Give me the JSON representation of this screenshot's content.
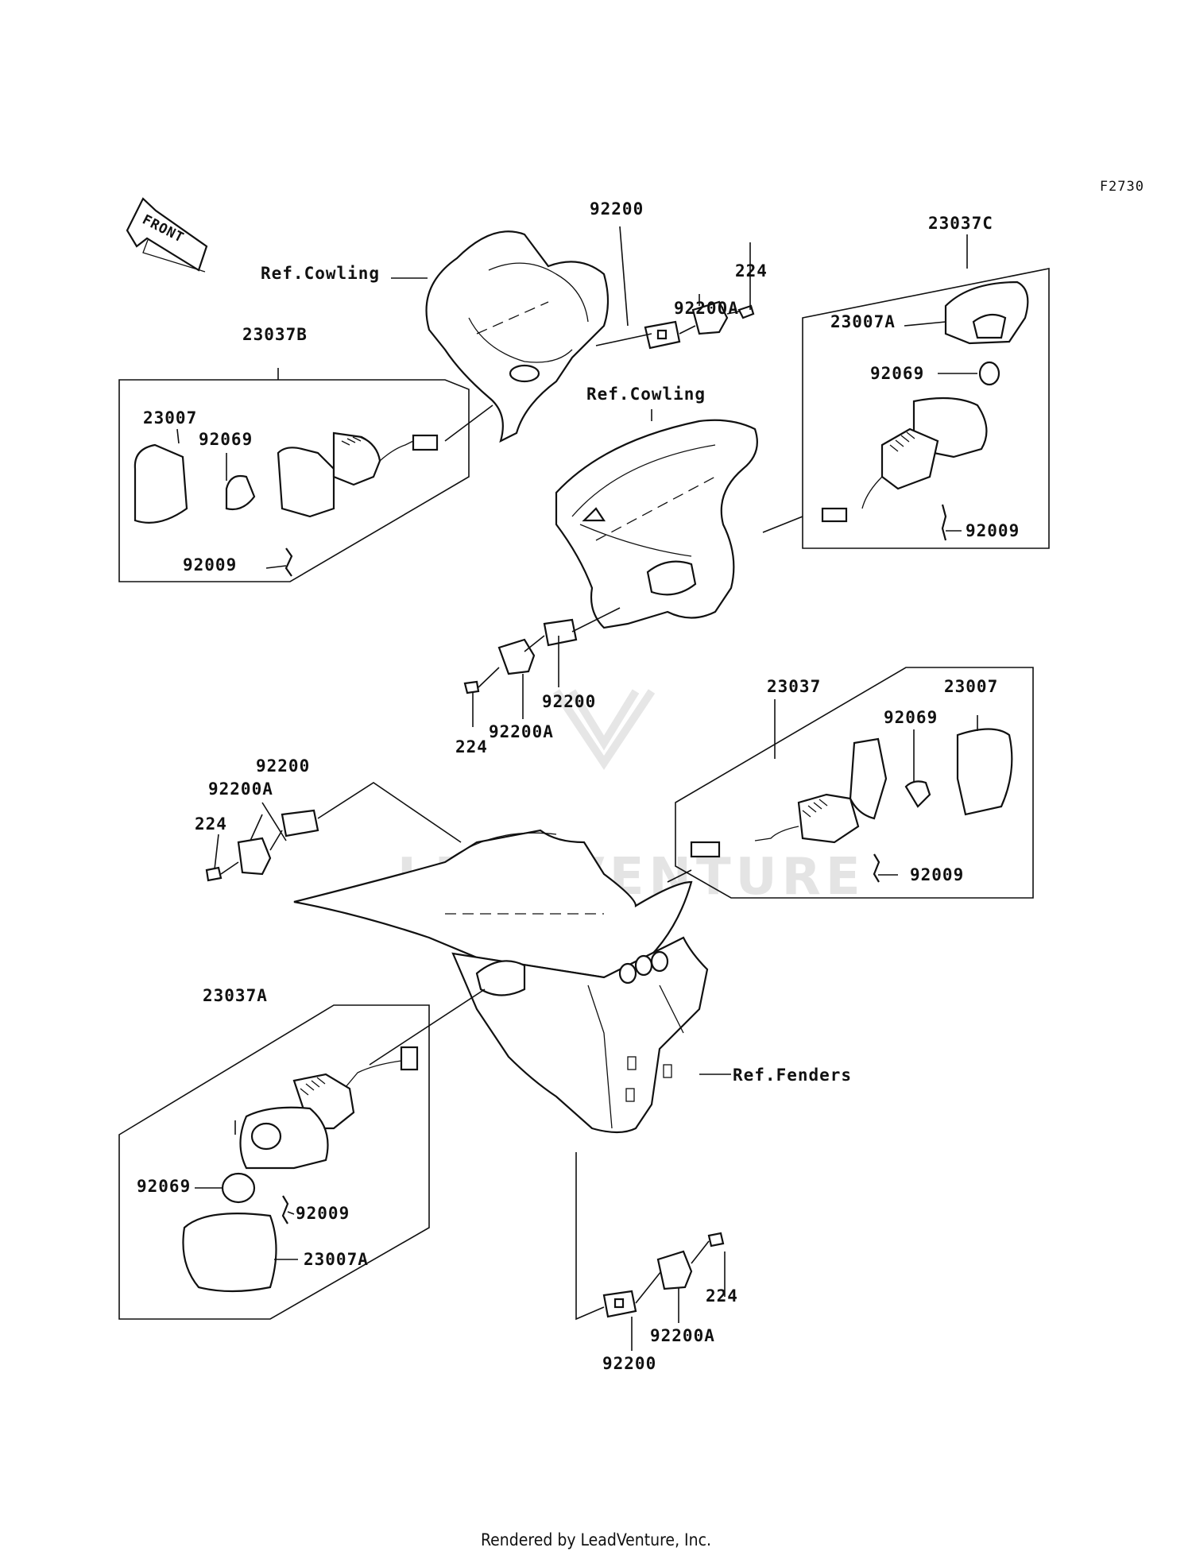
{
  "diagram_code": "F2730",
  "front_label": "FRONT",
  "watermark": "LEADVENTURE",
  "footer": "Rendered by LeadVenture, Inc.",
  "labels": {
    "ref_cowling_1": "Ref.Cowling",
    "ref_cowling_2": "Ref.Cowling",
    "ref_fenders": "Ref.Fenders",
    "a_92200": "92200",
    "a_92200A": "92200A",
    "a_224": "224",
    "c_23037C": "23037C",
    "c_23007A": "23007A",
    "c_92069": "92069",
    "c_92009": "92009",
    "b_23037B": "23037B",
    "b_23007": "23007",
    "b_92069": "92069",
    "b_92009": "92009",
    "m_92200": "92200",
    "m_92200A": "92200A",
    "m_224": "224",
    "r_23037": "23037",
    "r_23007": "23007",
    "r_92069": "92069",
    "r_92009": "92009",
    "l_92200": "92200",
    "l_92200A": "92200A",
    "l_224": "224",
    "la_23037A": "23037A",
    "la_92069": "92069",
    "la_92009": "92009",
    "la_23007A": "23007A",
    "bt_224": "224",
    "bt_92200A": "92200A",
    "bt_92200": "92200"
  }
}
